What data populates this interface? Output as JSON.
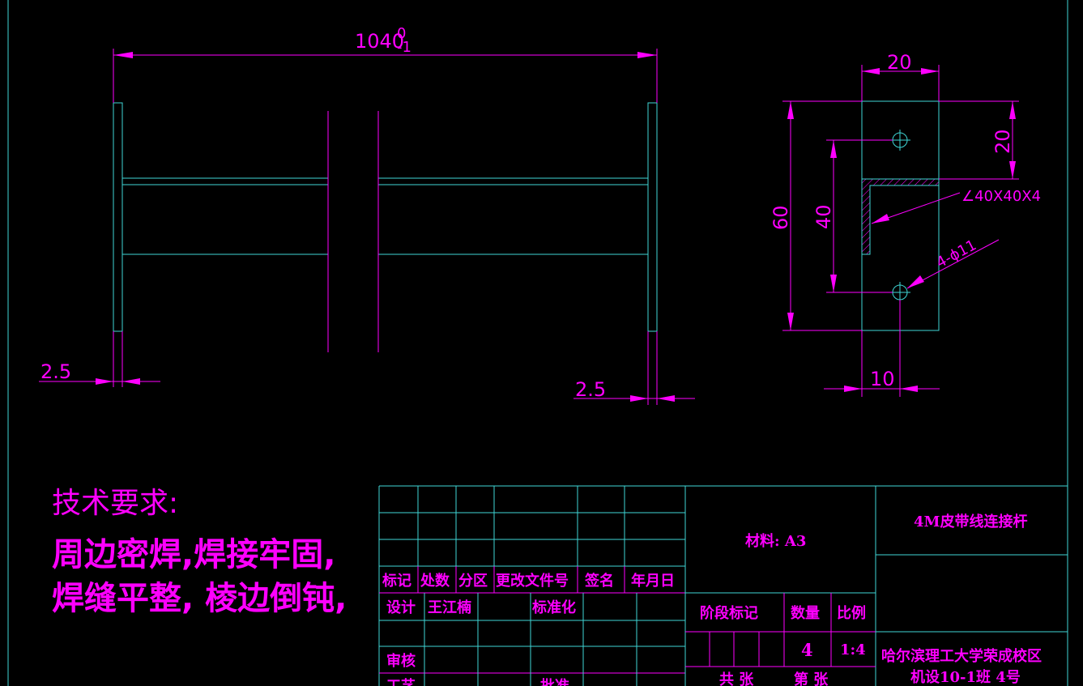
{
  "dimensions": {
    "overall_length": "1040",
    "tol_upper": "0",
    "tol_lower": "-1",
    "plate_left": "2.5",
    "plate_right": "2.5",
    "side_width": "20",
    "side_top": "20",
    "side_height": "60",
    "side_hole_spacing": "40",
    "side_bottom": "10",
    "angle_label": "∠40X40X4",
    "holes_label": "4-ϕ11"
  },
  "notes": {
    "heading": "技术要求:",
    "line1": "周边密焊,焊接牢固,",
    "line2": "焊缝平整, 棱边倒钝,"
  },
  "title_block": {
    "rev_headers": [
      "标记",
      "处数",
      "分区",
      "更改文件号",
      "签名",
      "年月日"
    ],
    "design_label": "设计",
    "designer": "王江楠",
    "standardize_label": "标准化",
    "review_label": "审核",
    "craft_label": "工艺",
    "approve_label": "批准",
    "material": "材料: A3",
    "stage_label": "阶段标记",
    "qty_label": "数量",
    "scale_label": "比例",
    "qty_value": "4",
    "scale_value": "1:4",
    "sheets_total": "共   张",
    "sheet_no": "第   张",
    "drawing_name": "4M皮带线连接杆",
    "school": "哈尔滨理工大学荣成校区",
    "class_no": "机设10-1班   4号"
  },
  "colors": {
    "line_primary": "#ff00ff",
    "line_secondary": "#3fd6d6",
    "background": "#000000"
  }
}
